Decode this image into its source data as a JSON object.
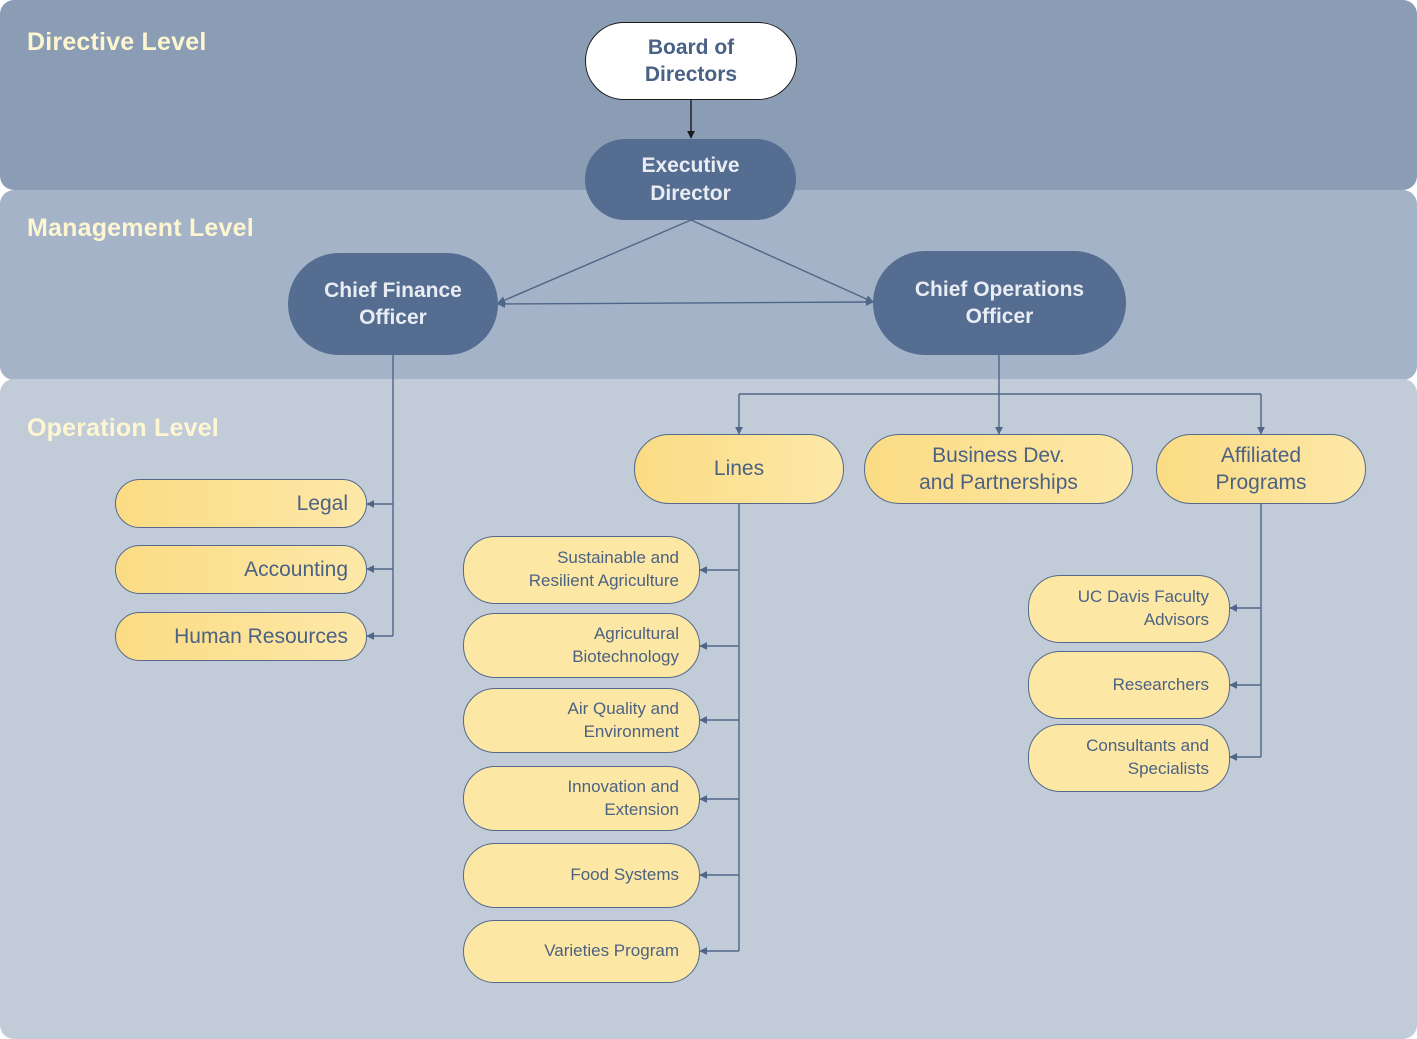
{
  "levels": {
    "directive": "Directive Level",
    "management": "Management Level",
    "operation": "Operation Level"
  },
  "directive_nodes": {
    "board": "Board of\nDirectors",
    "executive_director": "Executive\nDirector"
  },
  "management_nodes": {
    "cfo": "Chief Finance\nOfficer",
    "coo": "Chief Operations\nOfficer"
  },
  "finance_units": [
    "Legal",
    "Accounting",
    "Human Resources"
  ],
  "operations_groups": {
    "lines": "Lines",
    "business_dev": "Business Dev.\nand Partnerships",
    "affiliated": "Affiliated\nPrograms"
  },
  "lines_items": [
    "Sustainable and\nResilient Agriculture",
    "Agricultural\nBiotechnology",
    "Air Quality and\nEnvironment",
    "Innovation and\nExtension",
    "Food Systems",
    "Varieties Program"
  ],
  "affiliated_items": [
    "UC Davis Faculty\nAdvisors",
    "Researchers",
    "Consultants and\nSpecialists"
  ],
  "colors": {
    "directive_band": "#8a9db5",
    "management_band": "#a5b3c9",
    "operation_band": "#c2ccd9",
    "executive_node": "#546d91",
    "department_node": "#fbdc84",
    "connector": "#4f6688",
    "level_title": "#fdf6d0"
  }
}
